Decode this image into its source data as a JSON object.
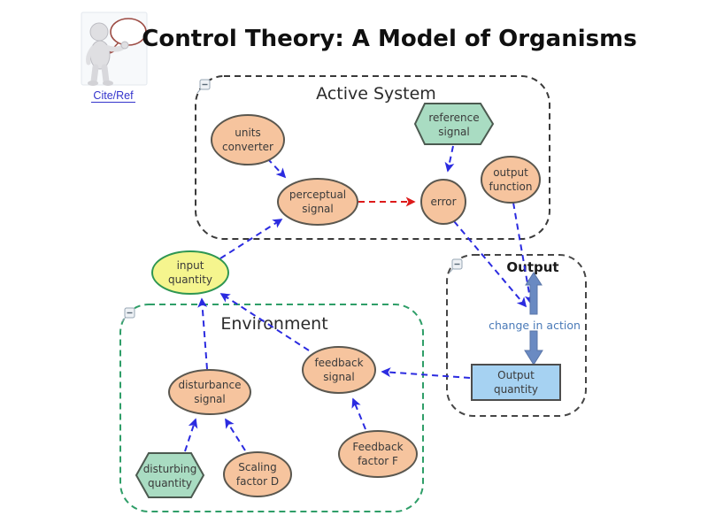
{
  "title": "Control Theory: A Model of Organisms",
  "cite_ref": {
    "label": "Cite/Ref"
  },
  "containers": {
    "active_system": {
      "label": "Active System"
    },
    "output_section": {
      "label": "Output"
    },
    "environment": {
      "label": "Environment"
    }
  },
  "nodes": {
    "units_converter": {
      "lines": [
        "units",
        "converter"
      ]
    },
    "reference_signal": {
      "lines": [
        "reference",
        "signal"
      ]
    },
    "perceptual_signal": {
      "lines": [
        "perceptual",
        "signal"
      ]
    },
    "error": {
      "lines": [
        "error"
      ]
    },
    "output_function": {
      "lines": [
        "output",
        "function"
      ]
    },
    "input_quantity": {
      "lines": [
        "input",
        "quantity"
      ]
    },
    "disturbance_signal": {
      "lines": [
        "disturbance",
        "signal"
      ]
    },
    "disturbing_quantity": {
      "lines": [
        "disturbing",
        "quantity"
      ]
    },
    "scaling_factor": {
      "lines": [
        "Scaling",
        "factor D"
      ]
    },
    "feedback_signal": {
      "lines": [
        "feedback",
        "signal"
      ]
    },
    "feedback_factor": {
      "lines": [
        "Feedback",
        "factor F"
      ]
    },
    "output_quantity": {
      "lines": [
        "Output",
        "quantity"
      ]
    }
  },
  "annotations": {
    "change_in_action": "change in action"
  },
  "colors": {
    "node_fill": "#f6c49e",
    "node_stroke": "#5a574f",
    "hexagon_fill": "#a9dcc2",
    "input_fill": "#f5f58e",
    "input_stroke": "#2e9652",
    "output_box_fill": "#a6d2f2",
    "arrow_blue": "#2b2be0",
    "arrow_red": "#dd1a1a",
    "thick_arrow": "#6a8ac2",
    "environment_border": "#2f9e68",
    "container_border": "#3a3a3a",
    "link_blue": "#3333cc"
  }
}
